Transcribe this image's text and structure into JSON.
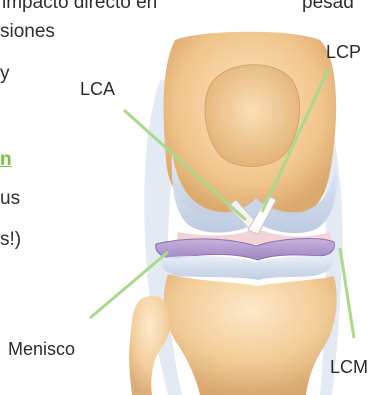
{
  "text_fragments": {
    "line1": "impacto directo en",
    "line1_right": "pesad",
    "line2": "siones",
    "line3": "y",
    "link": "n",
    "line5": "us",
    "line6": "s!)"
  },
  "labels": {
    "lca": "LCA",
    "lcp": "LCP",
    "menisco": "Menisco",
    "lcm": "LCM"
  },
  "colors": {
    "pointer": "#a9d98a",
    "link": "#7cc242"
  }
}
